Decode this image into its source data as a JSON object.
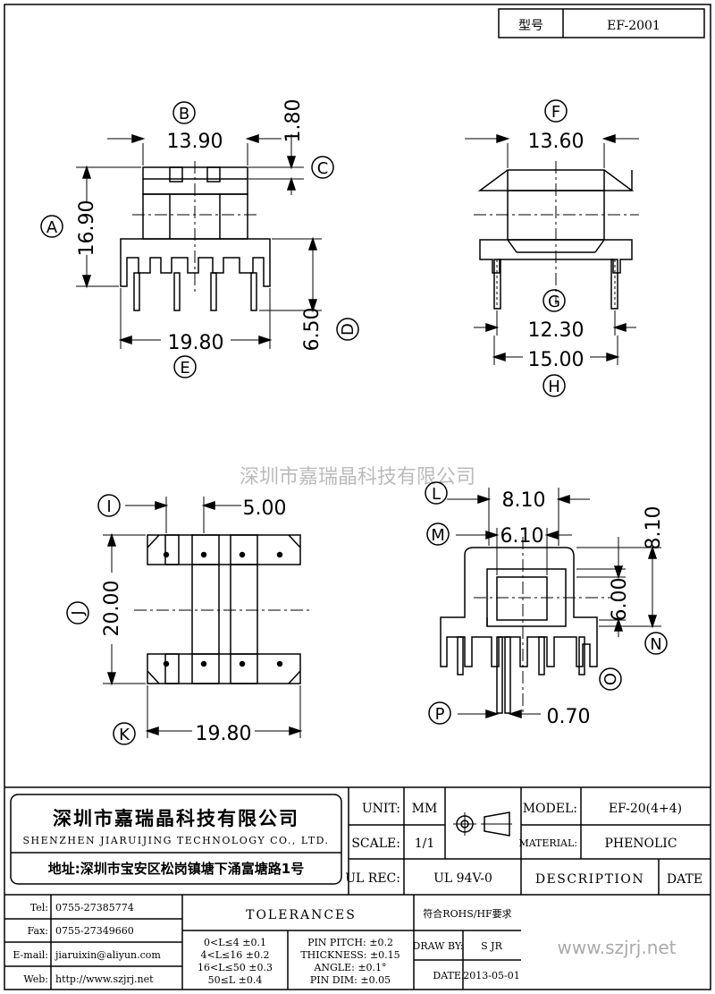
{
  "header": {
    "type_label": "型号",
    "type_value": "EF-2001"
  },
  "watermark": "深圳市嘉瑞晶科技有限公司",
  "watermark_url": "www.szjrj.net",
  "view1": {
    "B_dim": "13.90",
    "C_dim": "1.80",
    "A_dim": "16.90",
    "D_dim": "6.50",
    "E_dim": "19.80"
  },
  "view2": {
    "F_dim": "13.60",
    "G_dim": "12.30",
    "H_dim": "15.00"
  },
  "view3": {
    "I_dim": "5.00",
    "J_dim": "20.00",
    "K_dim": "19.80"
  },
  "view4": {
    "L_dim": "8.10",
    "M_dim": "6.10",
    "N_dim": "6.00",
    "O_dim": "8.10",
    "P_dim": "0.70"
  },
  "labels": {
    "A": "A",
    "B": "B",
    "C": "C",
    "D": "D",
    "E": "E",
    "F": "F",
    "G": "G",
    "H": "H",
    "I": "I",
    "J": "J",
    "K": "K",
    "L": "L",
    "M": "M",
    "N": "N",
    "O": "O",
    "P": "P"
  },
  "company": {
    "name_cn": "深圳市嘉瑞晶科技有限公司",
    "name_en": "SHENZHEN JIARUIJING TECHNOLOGY CO., LTD.",
    "address": "地址:深圳市宝安区松岗镇塘下涌富塘路1号"
  },
  "titleblock": {
    "unit_label": "UNIT:",
    "unit_value": "MM",
    "scale_label": "SCALE:",
    "scale_value": "1/1",
    "ulrec_label": "UL REC:",
    "ulrec_value": "UL 94V-0",
    "model_label": "MODEL:",
    "model_value": "EF-20(4+4)",
    "material_label": "MATERIAL:",
    "material_value": "PHENOLIC",
    "description": "DESCRIPTION",
    "date": "DATE",
    "tel_label": "Tel:",
    "tel_value": "0755-27385774",
    "fax_label": "Fax:",
    "fax_value": "0755-27349660",
    "email_label": "E-mail:",
    "email_value": "jiaruixin@aliyun.com",
    "web_label": "Web:",
    "web_value": "http://www.szjrj.net",
    "tolerances": "TOLERANCES",
    "rohs": "符合ROHS/HF要求",
    "tol_rows": [
      "0<L≤4 ±0.1",
      "4<L≤16 ±0.2",
      "16<L≤50 ±0.3",
      "50≤L ±0.4"
    ],
    "tol_spec": [
      "PIN PITCH: ±0.2",
      "THICKNESS: ±0.15",
      "ANGLE: ±0.1°",
      "PIN DIM: ±0.05"
    ],
    "drawby_label": "DRAW BY:",
    "drawby_value": "S JR",
    "date_label": "DATE:",
    "date_value": "2013-05-01"
  }
}
